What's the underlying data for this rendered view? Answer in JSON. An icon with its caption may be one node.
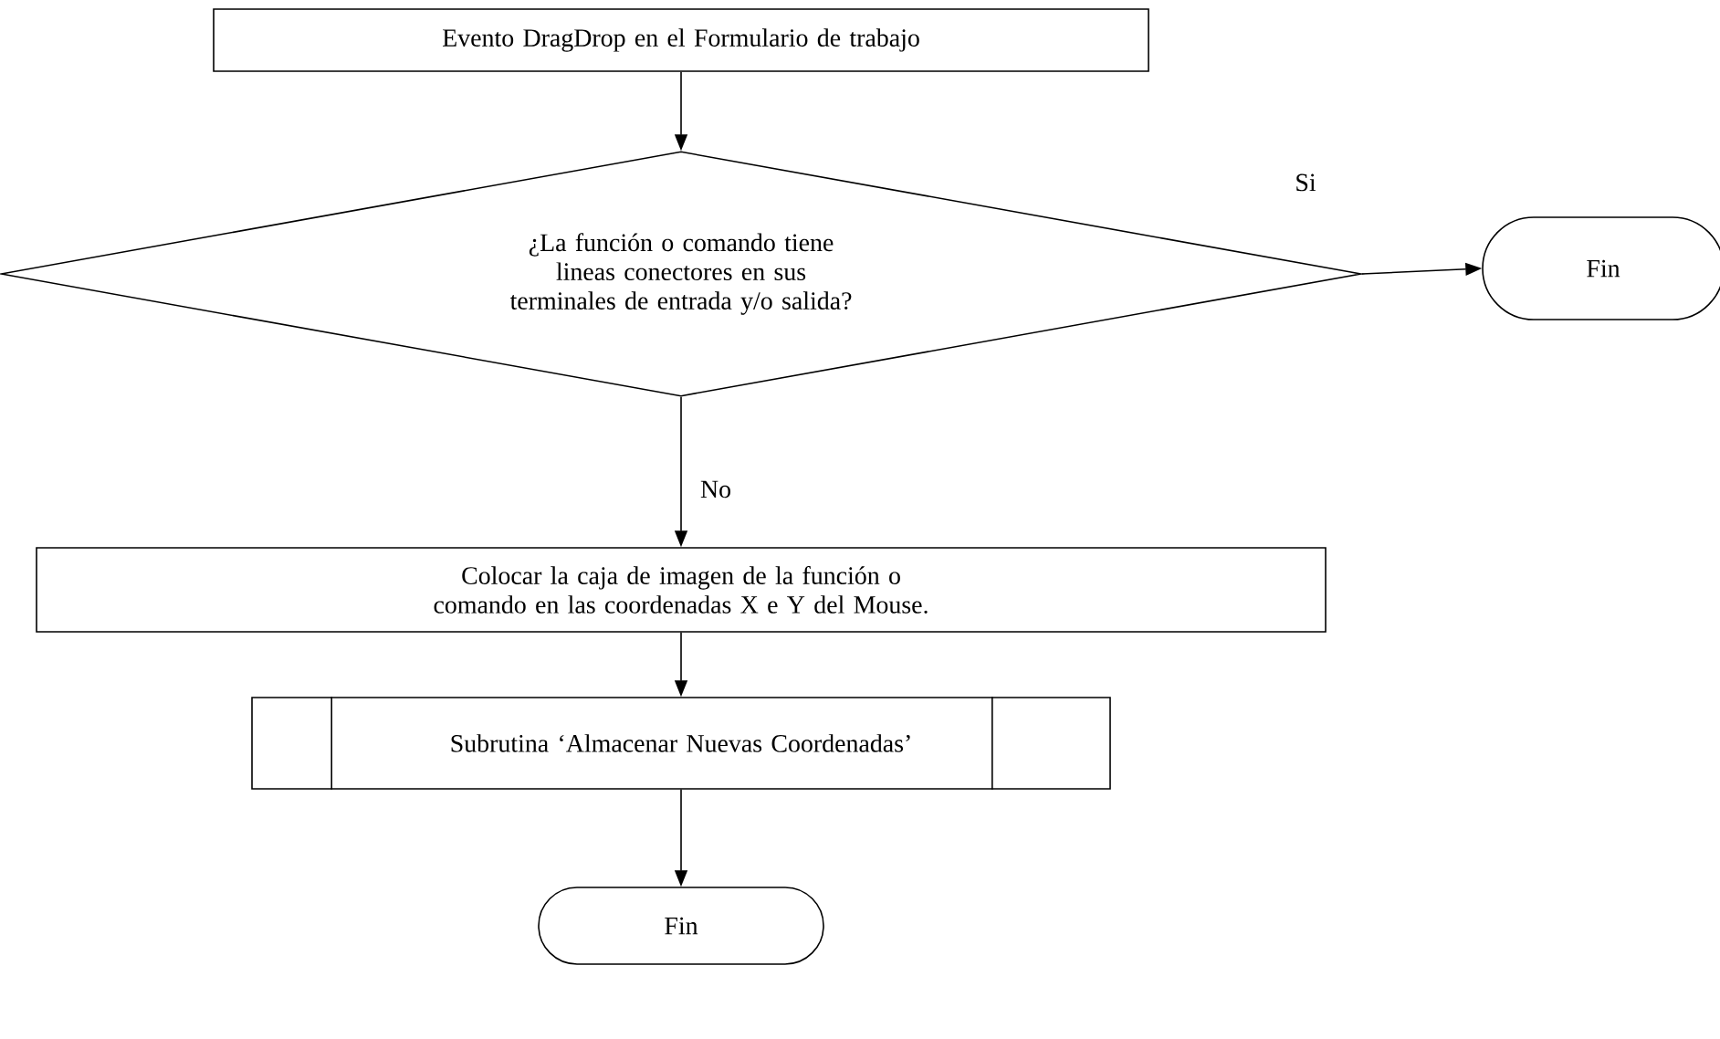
{
  "diagram": {
    "nodes": [
      {
        "text": [
          "Evento DragDrop en el Formulario de trabajo"
        ]
      },
      {
        "text": [
          "¿La función o comando tiene lineas conectores en sus terminales de entrada y/o salida?"
        ]
      },
      {
        "text": [
          "Fin"
        ]
      },
      {
        "text": [
          "Colocar la caja de imagen de la función o comando en las coordenadas X e Y del Mouse."
        ]
      },
      {
        "text": [
          "Subrutina ‘Almacenar Nuevas Coordenadas’"
        ]
      },
      {
        "text": [
          "Fin"
        ]
      }
    ],
    "edges": [
      {
        "from": 0,
        "to": 1,
        "arrow": "to"
      },
      {
        "from": 1,
        "to": 2,
        "arrow": "to",
        "label": "Si"
      },
      {
        "from": 1,
        "to": 3,
        "arrow": "to",
        "label": "No"
      },
      {
        "from": 3,
        "to": 4,
        "arrow": "to"
      },
      {
        "from": 4,
        "to": 5,
        "arrow": "to"
      }
    ]
  }
}
